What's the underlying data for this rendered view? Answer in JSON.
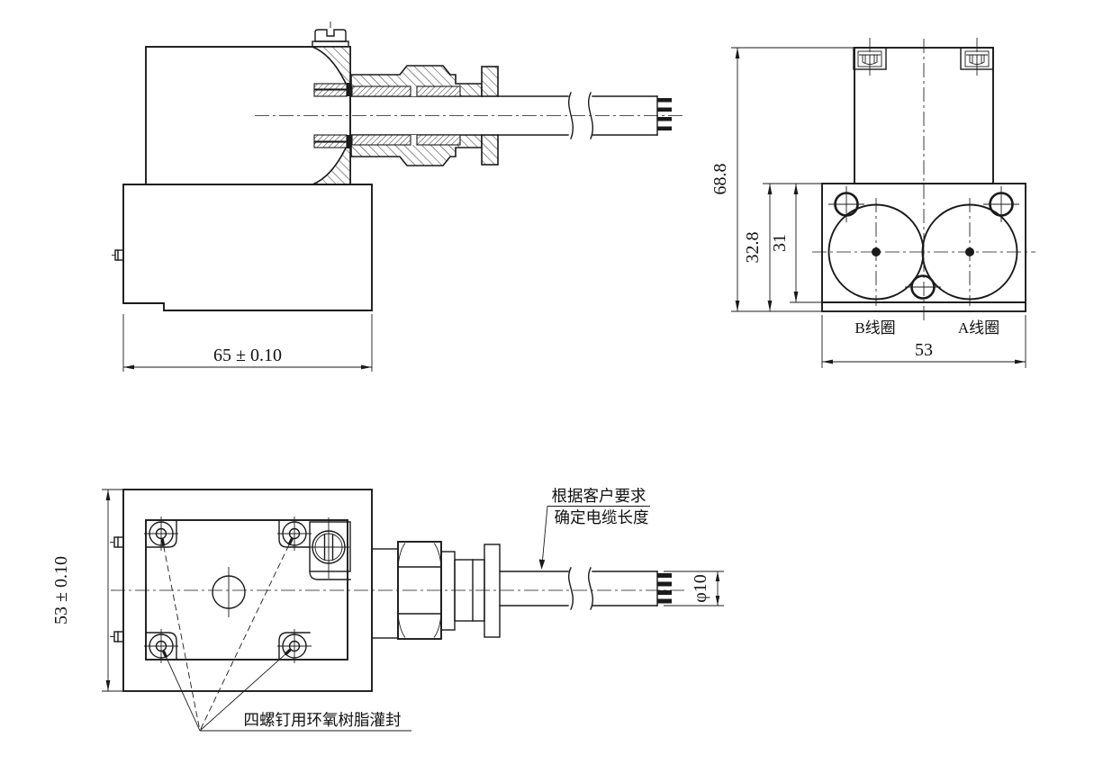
{
  "drawing": {
    "background": "#ffffff",
    "line_color": "#1a1a1a"
  },
  "dimensions": {
    "body_width": "65 ± 0.10",
    "body_height": "53 ± 0.10",
    "overall_height": "68.8",
    "mount_height": "32.8",
    "block_height": "31",
    "block_width": "53",
    "cable_diameter": "φ10"
  },
  "annotations": {
    "coil_b": "B线圈",
    "coil_a": "A线圈",
    "epoxy_note": "四螺钉用环氧树脂灌封",
    "cable_note_line1": "根据客户要求",
    "cable_note_line2": "确定电缆长度"
  }
}
